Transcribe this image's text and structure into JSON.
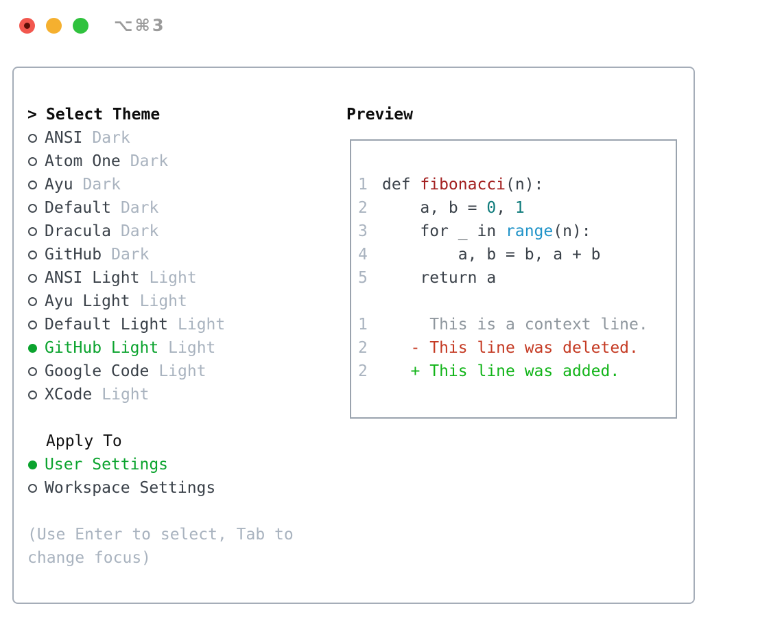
{
  "window": {
    "title": "⌥⌘3",
    "traffic_lights": {
      "close_color": "#f2574e",
      "close_dot_color": "#5c0f06",
      "minimize_color": "#f5b02f",
      "zoom_color": "#30c23e"
    }
  },
  "theme_list": {
    "heading_prefix": ">",
    "heading": "Select Theme",
    "items": [
      {
        "name": "ANSI",
        "variant": "Dark",
        "selected": false
      },
      {
        "name": "Atom One",
        "variant": "Dark",
        "selected": false
      },
      {
        "name": "Ayu",
        "variant": "Dark",
        "selected": false
      },
      {
        "name": "Default",
        "variant": "Dark",
        "selected": false
      },
      {
        "name": "Dracula",
        "variant": "Dark",
        "selected": false
      },
      {
        "name": "GitHub",
        "variant": "Dark",
        "selected": false
      },
      {
        "name": "ANSI Light",
        "variant": "Light",
        "selected": false
      },
      {
        "name": "Ayu Light",
        "variant": "Light",
        "selected": false
      },
      {
        "name": "Default Light",
        "variant": "Light",
        "selected": false
      },
      {
        "name": "GitHub Light",
        "variant": "Light",
        "selected": true
      },
      {
        "name": "Google Code",
        "variant": "Light",
        "selected": false
      },
      {
        "name": "XCode",
        "variant": "Light",
        "selected": false
      }
    ]
  },
  "apply_to": {
    "heading": "Apply To",
    "options": [
      {
        "label": "User Settings",
        "selected": true
      },
      {
        "label": "Workspace Settings",
        "selected": false
      }
    ]
  },
  "help": {
    "line1": "(Use Enter to select, Tab to",
    "line2": "change focus)"
  },
  "preview": {
    "heading": "Preview",
    "lines": [
      {
        "num": "1",
        "segments": [
          {
            "text": "def ",
            "color": "fg"
          },
          {
            "text": "fibonacci",
            "color": "func"
          },
          {
            "text": "(n):",
            "color": "fg"
          }
        ]
      },
      {
        "num": "2",
        "segments": [
          {
            "text": "    a, b = ",
            "color": "fg"
          },
          {
            "text": "0",
            "color": "num"
          },
          {
            "text": ", ",
            "color": "fg"
          },
          {
            "text": "1",
            "color": "num"
          }
        ]
      },
      {
        "num": "3",
        "segments": [
          {
            "text": "    for _ in ",
            "color": "fg"
          },
          {
            "text": "range",
            "color": "builtin"
          },
          {
            "text": "(n):",
            "color": "fg"
          }
        ]
      },
      {
        "num": "4",
        "segments": [
          {
            "text": "        a, b = b, a + b",
            "color": "fg"
          }
        ]
      },
      {
        "num": "5",
        "segments": [
          {
            "text": "    return a",
            "color": "fg"
          }
        ]
      },
      {
        "num": "",
        "segments": []
      },
      {
        "num": "1",
        "segments": [
          {
            "text": "     This is a context line.",
            "color": "context"
          }
        ]
      },
      {
        "num": "2",
        "segments": [
          {
            "text": "   - This line was deleted.",
            "color": "deleted"
          }
        ]
      },
      {
        "num": "2",
        "segments": [
          {
            "text": "   + This line was added.",
            "color": "added"
          }
        ]
      }
    ]
  },
  "colors": {
    "selection_green": "#0ba32e",
    "added_green": "#12b419",
    "deleted_red": "#c53b24",
    "function_red": "#a32020",
    "number_teal": "#0f7b7b",
    "builtin_blue": "#2093c8",
    "muted_gray": "#a9b3bf",
    "text_dark": "#3a4149",
    "panel_border": "#a5adb8",
    "preview_border": "#9aa3ae"
  }
}
